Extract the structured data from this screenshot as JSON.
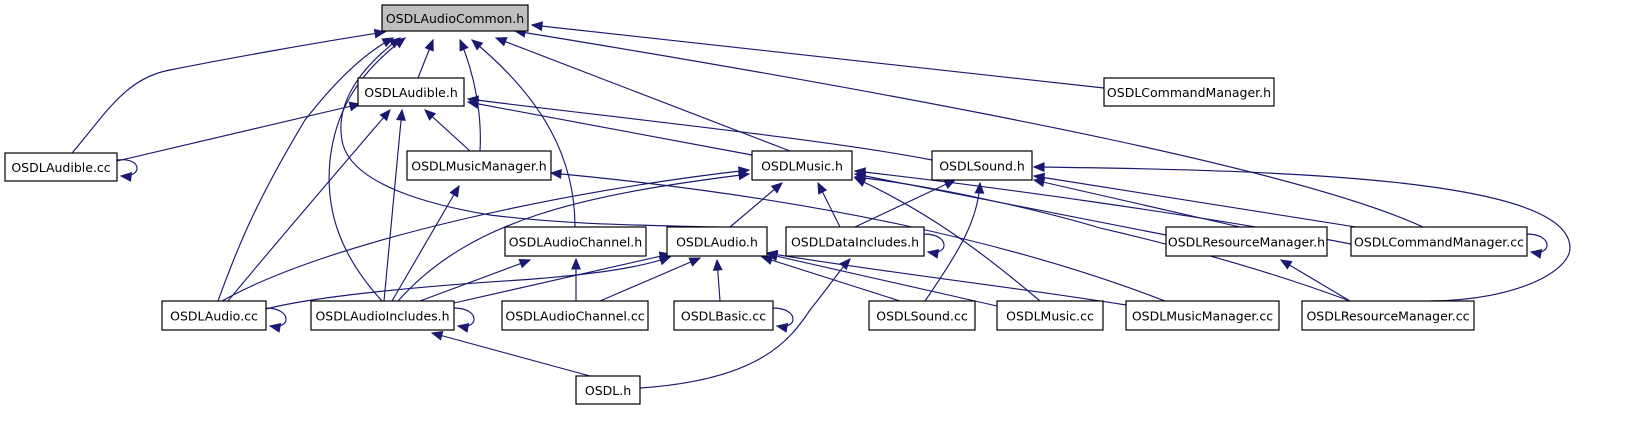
{
  "diagram": {
    "edge_color": "#191970",
    "node_fill": "#ffffff",
    "root_fill": "#bfbfbf",
    "nodes": {
      "common": {
        "label": "OSDLAudioCommon.h",
        "root": true
      },
      "cmdmgrh": {
        "label": "OSDLCommandManager.h"
      },
      "audible": {
        "label": "OSDLAudible.h"
      },
      "audiblecc": {
        "label": "OSDLAudible.cc"
      },
      "musicmgrh": {
        "label": "OSDLMusicManager.h"
      },
      "musich": {
        "label": "OSDLMusic.h"
      },
      "soundh": {
        "label": "OSDLSound.h"
      },
      "channelh": {
        "label": "OSDLAudioChannel.h"
      },
      "audioh": {
        "label": "OSDLAudio.h"
      },
      "dataincl": {
        "label": "OSDLDataIncludes.h"
      },
      "resmgrh": {
        "label": "OSDLResourceManager.h"
      },
      "cmdmgrcc": {
        "label": "OSDLCommandManager.cc"
      },
      "audiocc": {
        "label": "OSDLAudio.cc"
      },
      "audioincl": {
        "label": "OSDLAudioIncludes.h"
      },
      "channelcc": {
        "label": "OSDLAudioChannel.cc"
      },
      "basiccc": {
        "label": "OSDLBasic.cc"
      },
      "soundcc": {
        "label": "OSDLSound.cc"
      },
      "musiccc": {
        "label": "OSDLMusic.cc"
      },
      "musicmgrcc": {
        "label": "OSDLMusicManager.cc"
      },
      "resmgrcc": {
        "label": "OSDLResourceManager.cc"
      },
      "osdlh": {
        "label": "OSDL.h"
      }
    },
    "edges": [
      [
        "audiblecc",
        "common"
      ],
      [
        "audible",
        "common"
      ],
      [
        "musicmgrh",
        "common"
      ],
      [
        "channelh",
        "common"
      ],
      [
        "audioh",
        "common"
      ],
      [
        "audiocc",
        "common"
      ],
      [
        "audioincl",
        "common"
      ],
      [
        "musich",
        "common"
      ],
      [
        "cmdmgrcc",
        "common"
      ],
      [
        "cmdmgrh",
        "common"
      ],
      [
        "audiblecc",
        "audible"
      ],
      [
        "musicmgrh",
        "audible"
      ],
      [
        "musich",
        "audible"
      ],
      [
        "soundh",
        "audible"
      ],
      [
        "audiocc",
        "audible"
      ],
      [
        "audioincl",
        "audible"
      ],
      [
        "audiblecc",
        "audiblecc"
      ],
      [
        "audioincl",
        "musicmgrh"
      ],
      [
        "musicmgrcc",
        "musicmgrh"
      ],
      [
        "audiocc",
        "musich"
      ],
      [
        "audioincl",
        "musich"
      ],
      [
        "audioh",
        "musich"
      ],
      [
        "dataincl",
        "musich"
      ],
      [
        "musiccc",
        "musich"
      ],
      [
        "resmgrh",
        "musich"
      ],
      [
        "cmdmgrcc",
        "musich"
      ],
      [
        "resmgrcc",
        "musich"
      ],
      [
        "dataincl",
        "soundh"
      ],
      [
        "soundcc",
        "soundh"
      ],
      [
        "resmgrh",
        "soundh"
      ],
      [
        "cmdmgrcc",
        "soundh"
      ],
      [
        "resmgrcc",
        "soundh"
      ],
      [
        "audioincl",
        "channelh"
      ],
      [
        "channelcc",
        "channelh"
      ],
      [
        "audiocc",
        "audioh"
      ],
      [
        "audioincl",
        "audioh"
      ],
      [
        "channelcc",
        "audioh"
      ],
      [
        "basiccc",
        "audioh"
      ],
      [
        "soundcc",
        "audioh"
      ],
      [
        "musiccc",
        "audioh"
      ],
      [
        "musicmgrcc",
        "audioh"
      ],
      [
        "dataincl",
        "dataincl"
      ],
      [
        "osdlh",
        "dataincl"
      ],
      [
        "resmgrcc",
        "resmgrh"
      ],
      [
        "cmdmgrcc",
        "cmdmgrcc"
      ],
      [
        "audiocc",
        "audiocc"
      ],
      [
        "audioincl",
        "audioincl"
      ],
      [
        "osdlh",
        "audioincl"
      ],
      [
        "basiccc",
        "basiccc"
      ]
    ]
  }
}
